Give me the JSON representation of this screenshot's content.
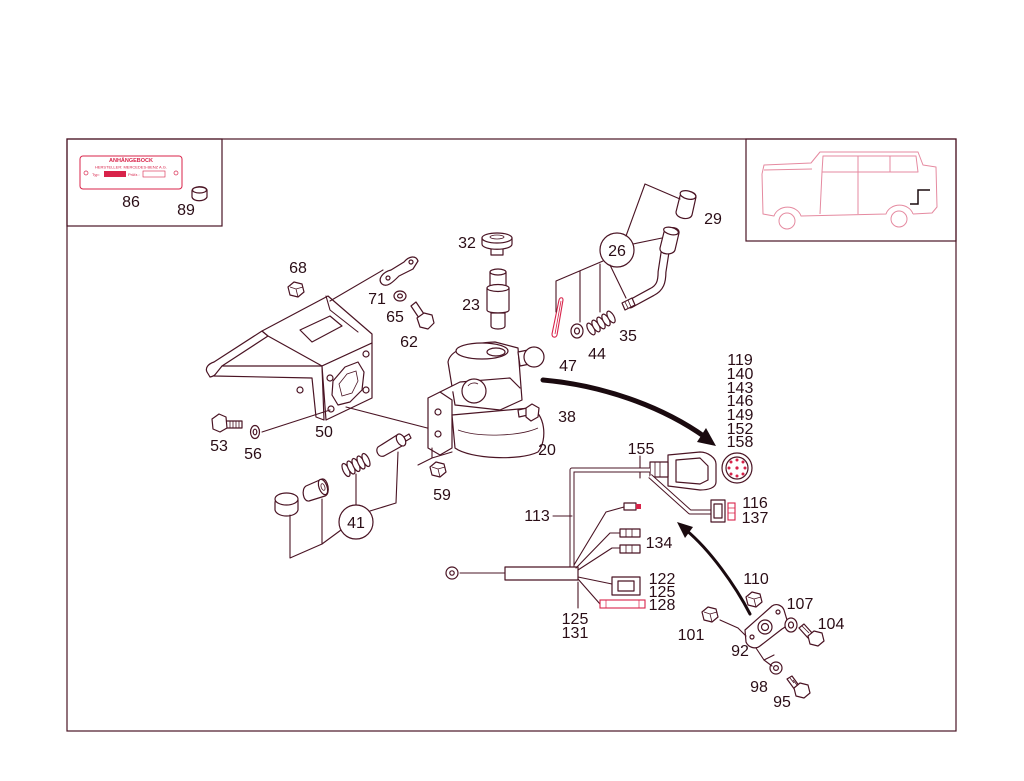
{
  "diagram": {
    "inset_plate": {
      "title": "ANHÄNGEBOCK",
      "maker": "HERSTELLER: MERCEDES-BENZ A.G.",
      "type_label": "Typ:",
      "test_label": "Prüfz.:"
    },
    "callouts": {
      "inset": [
        "86",
        "89"
      ],
      "hitch": [
        "68",
        "71",
        "65",
        "62",
        "32",
        "23",
        "29",
        "47",
        "44",
        "35",
        "50",
        "53",
        "56",
        "20",
        "38",
        "59"
      ],
      "group": [
        "26",
        "41"
      ],
      "socket": [
        "119",
        "140",
        "143",
        "146",
        "149",
        "152",
        "158"
      ],
      "harness": [
        "155",
        "116",
        "137",
        "113",
        "134",
        "122",
        "125",
        "128",
        "125",
        "131"
      ],
      "mount": [
        "110",
        "107",
        "104",
        "101",
        "92",
        "98",
        "95"
      ]
    }
  },
  "colors": {
    "line": "#4a1424",
    "text": "#2a0d16",
    "red": "#d8234a",
    "pink": "#e58aa0"
  }
}
